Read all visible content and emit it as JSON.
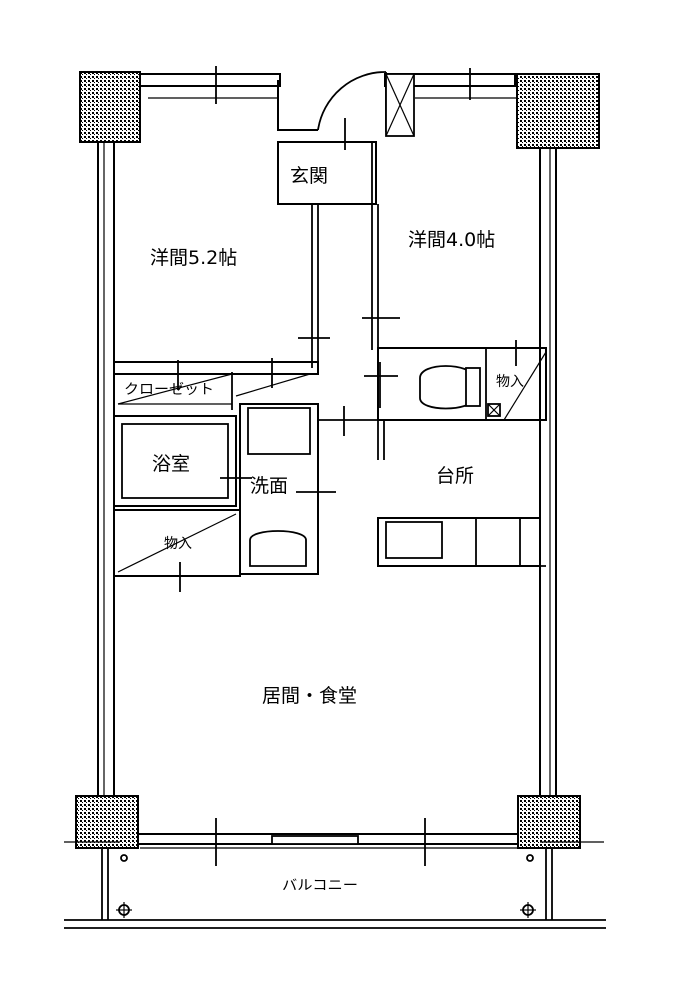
{
  "rooms": {
    "western_room_1": "洋間5.2帖",
    "western_room_2": "洋間4.0帖",
    "entrance": "玄関",
    "closet": "クローゼット",
    "storage_right": "物入",
    "bath": "浴室",
    "washroom": "洗面",
    "kitchen": "台所",
    "storage_left": "物入",
    "living_dining": "居間・食堂",
    "balcony": "バルコニー"
  }
}
